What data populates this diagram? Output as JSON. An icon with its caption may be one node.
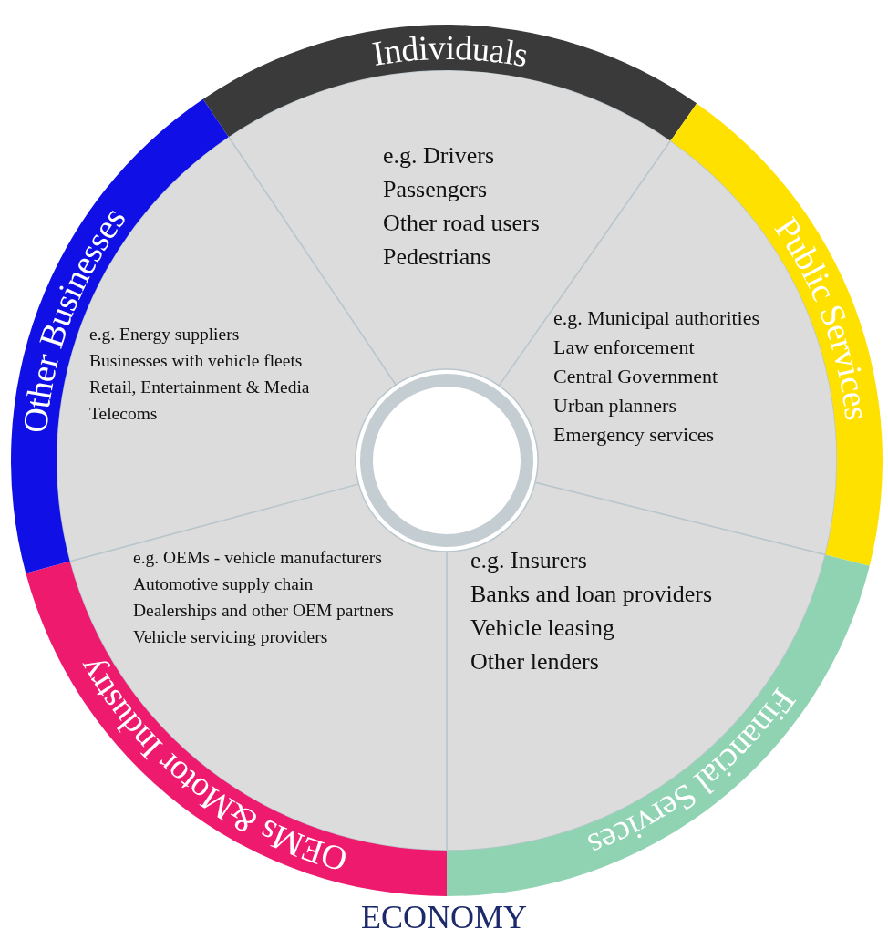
{
  "diagram": {
    "nodes": [
      {
        "text": [
          "Individuals",
          "e.g. Drivers",
          "Passengers",
          "Other road users",
          "Pedestrians"
        ]
      },
      {
        "text": [
          "Public Services",
          "e.g. Municipal authorities",
          "Law enforcement",
          "Central Government",
          "Urban planners",
          "Emergency services"
        ]
      },
      {
        "text": [
          "Financial Services",
          "e.g. Insurers",
          "Banks and loan providers",
          "Vehicle leasing",
          "Other lenders"
        ]
      },
      {
        "text": [
          "OEMs &Motor Industry",
          "e.g. OEMs - vehicle manufacturers",
          "Automotive supply chain",
          "Dealerships and other OEM partners",
          "Vehicle servicing providers"
        ]
      },
      {
        "text": [
          "Other Businesses",
          "e.g. Energy suppliers",
          "Businesses with vehicle fleets",
          "Retail, Entertainment & Media",
          "Telecoms"
        ]
      },
      {
        "text": [],
        "shape": "circle"
      }
    ],
    "edges": [],
    "caption": "ECONOMY"
  }
}
